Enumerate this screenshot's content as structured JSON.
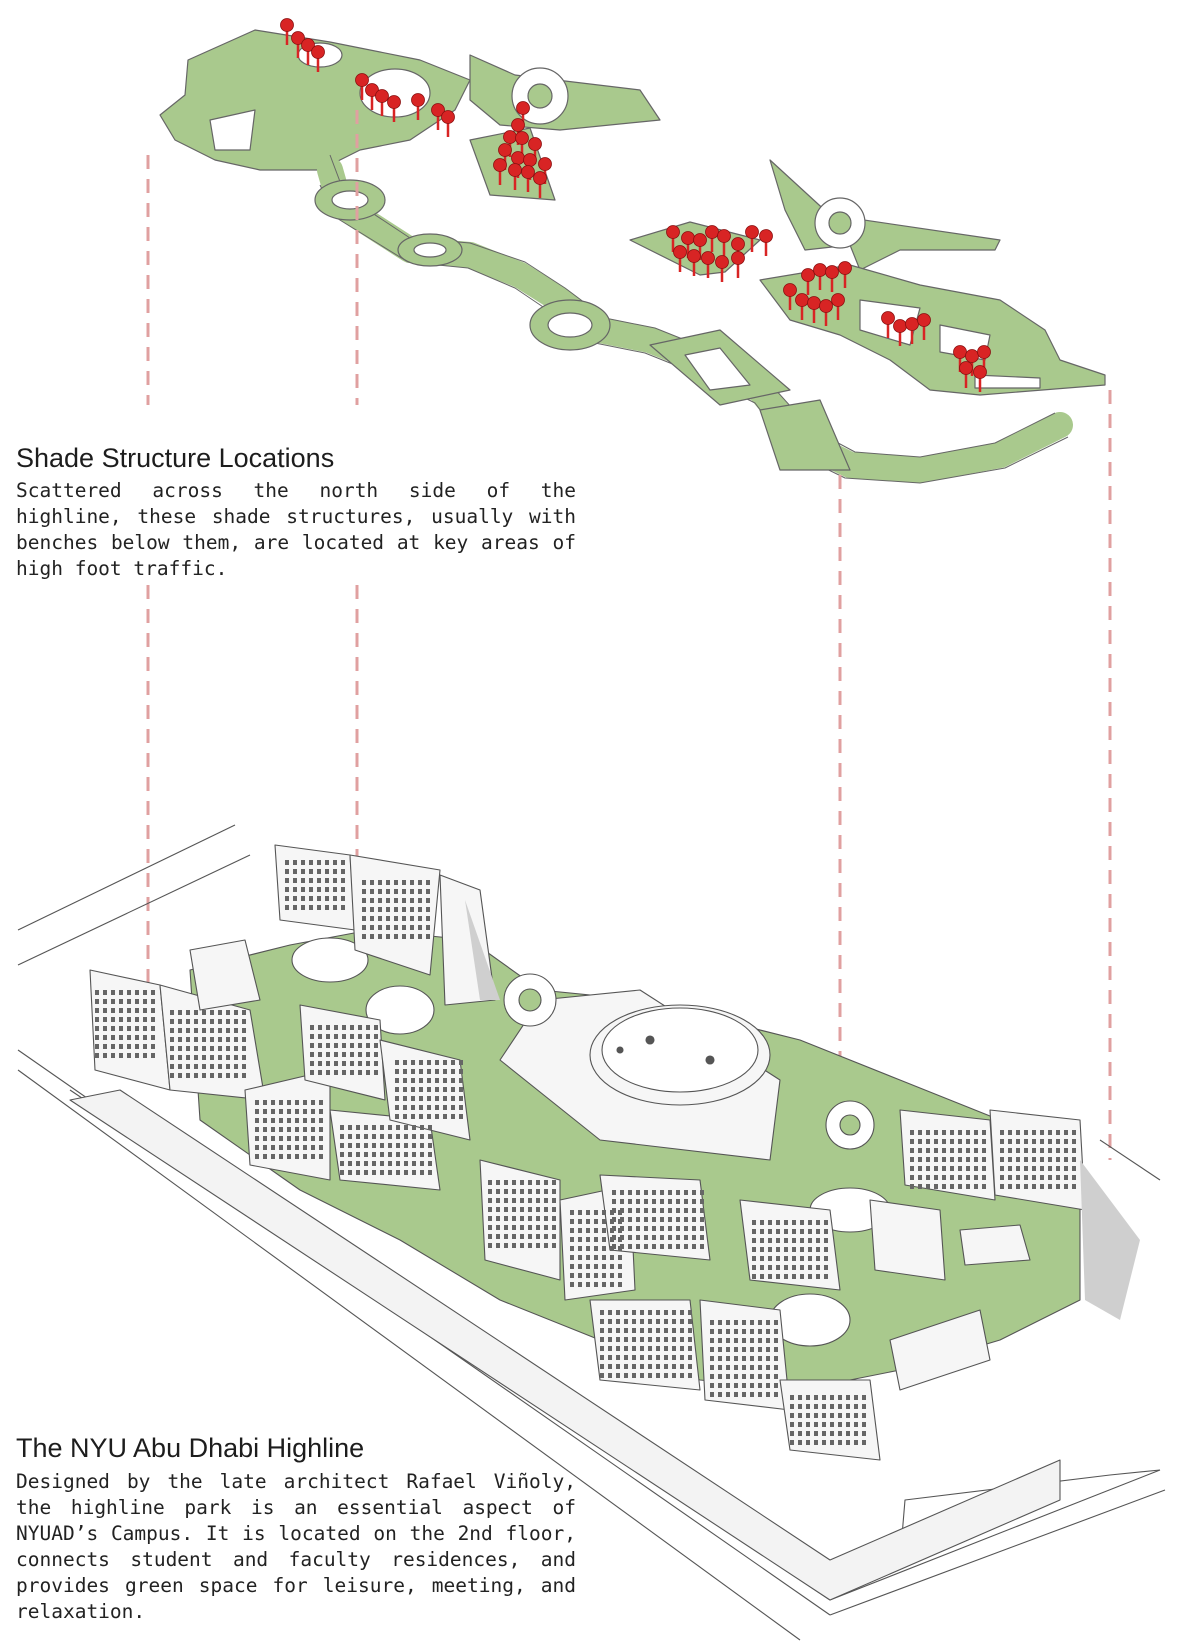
{
  "colors": {
    "green": "#a9c98d",
    "marker": "#d82424",
    "leader": "#e0a0a0",
    "line": "#555555",
    "building": "#f6f6f6",
    "shadow": "#cfcfcf"
  },
  "shade_section": {
    "title": "Shade Structure Locations",
    "body": "Scattered across the north side of the highline, these shade structures, usually with benches below them, are located at key areas of high foot traffic."
  },
  "highline_section": {
    "title": "The NYU Abu Dhabi Highline",
    "body": "Designed by the late architect Rafael Viñoly, the highline park is an essential aspect of NYUAD’s Campus. It is located on the 2nd floor, connects student and faculty residences, and provides green space for leisure, meeting, and relaxation."
  },
  "diagram": {
    "upper_view": "highline plan with shade structures",
    "lower_view": "campus axonometric",
    "icons": [
      "shade-marker-icon"
    ]
  }
}
